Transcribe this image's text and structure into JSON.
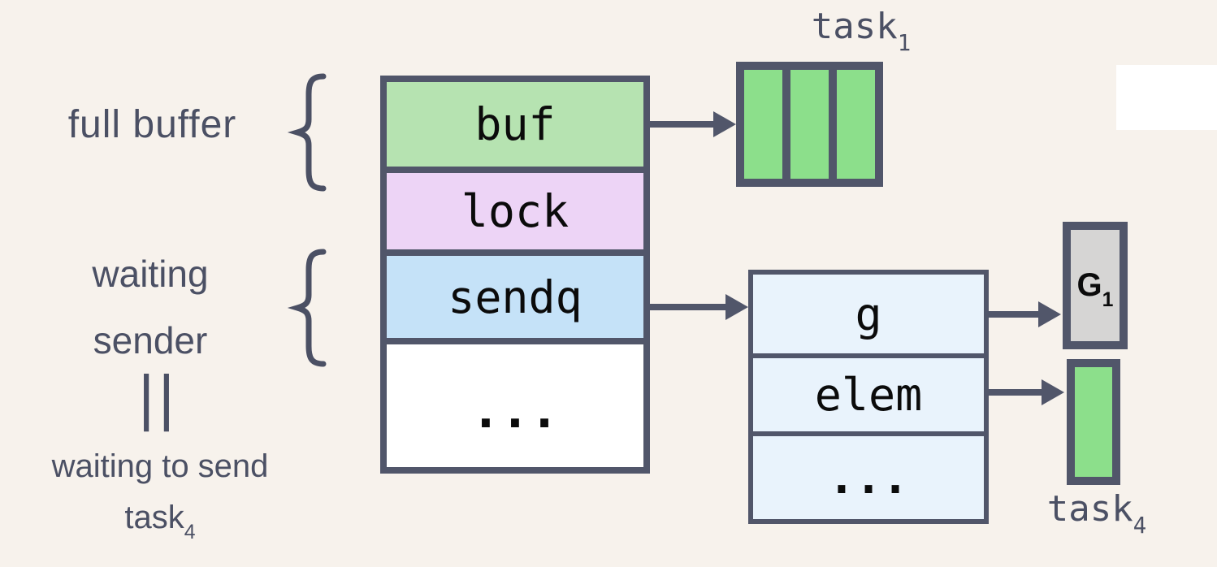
{
  "colors": {
    "background": "#f7f2ec",
    "outline_and_arrows": "#51566a",
    "annotation_text": "#4b5064",
    "cell_text": "#0b0b0b",
    "buf_fill": "#b6e3b1",
    "lock_fill": "#edd4f6",
    "sendq_fill": "#c5e2f8",
    "dots_row_fill": "#ffffff",
    "buffer_slot_fill": "#8cdf8b",
    "sudog_fill": "#e9f3fc",
    "goroutine_fill": "#d6d5d4"
  },
  "annotations": {
    "full_buffer": "full buffer",
    "brace": "{",
    "waiting_line1": "waiting",
    "waiting_line2": "sender",
    "equivalence": "||",
    "waiting_to_send": "waiting to send",
    "task4": {
      "base": "task",
      "sub": "4"
    }
  },
  "hchan": {
    "fields": [
      {
        "label": "buf"
      },
      {
        "label": "lock"
      },
      {
        "label": "sendq"
      },
      {
        "label": "..."
      }
    ]
  },
  "buffer": {
    "label": {
      "base": "task",
      "sub": "1"
    },
    "slots": 3
  },
  "sudog": {
    "fields": [
      {
        "label": "g"
      },
      {
        "label": "elem"
      },
      {
        "label": "..."
      }
    ]
  },
  "goroutine": {
    "label": {
      "base": "G",
      "sub": "1"
    }
  },
  "task4_value": {
    "label": {
      "base": "task",
      "sub": "4"
    }
  }
}
